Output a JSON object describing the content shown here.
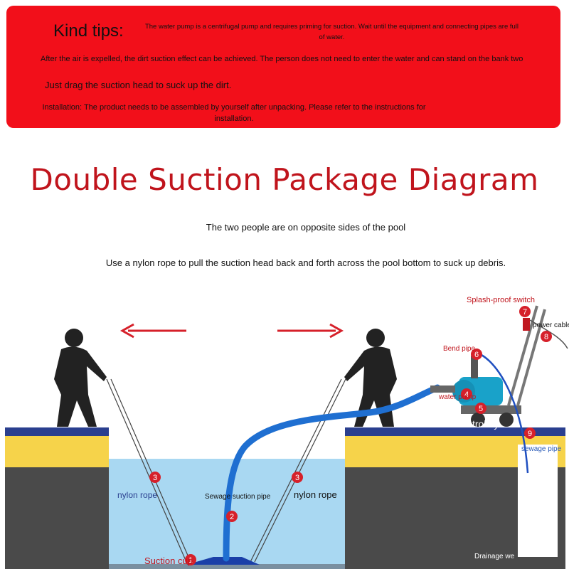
{
  "tips": {
    "title": "Kind tips:",
    "line1": "The water pump is a centrifugal pump and requires priming for suction. Wait until the equipment and connecting pipes are full of water.",
    "line2": "After the air is expelled, the dirt suction effect can be achieved. The person does not need to enter the water and can stand on the bank two",
    "line3": "Just drag the suction head to suck up the dirt.",
    "line4": "Installation: The product needs to be assembled by yourself after unpacking. Please refer to the instructions for installation."
  },
  "header": {
    "title": "Double Suction Package Diagram",
    "subtitle1": "The two people are on opposite sides of the pool",
    "subtitle2": "Use a nylon rope to pull the suction head back and forth across the pool bottom to suck up debris."
  },
  "labels": {
    "splash_switch": "Splash-proof switch",
    "power_cable": "power cable",
    "bend_pipe": "Bend pipe",
    "water_pump": "water pump",
    "trolley": "trolley",
    "sewage_pipe": "sewage pipe",
    "nylon_rope_left": "nylon rope",
    "nylon_rope_right": "nylon rope",
    "sewage_suction_pipe": "Sewage suction pipe",
    "suction_cup": "Suction cup",
    "drainage": "Drainage we"
  },
  "markers": {
    "m1": "1",
    "m2": "2",
    "m3a": "3",
    "m3b": "3",
    "m4": "4",
    "m5": "5",
    "m6": "6",
    "m7": "7",
    "m8": "8",
    "m9": "9"
  },
  "colors": {
    "tips_bg": "#f20f1a",
    "title_red": "#c0141c",
    "water": "#a9d8f2",
    "ground": "#4a4a4a",
    "ground_top_blue": "#2a3f8f",
    "ground_stripe": "#f6d34a",
    "hose": "#1f6fd1",
    "pump": "#19a2c9",
    "marker": "#d6202a"
  }
}
